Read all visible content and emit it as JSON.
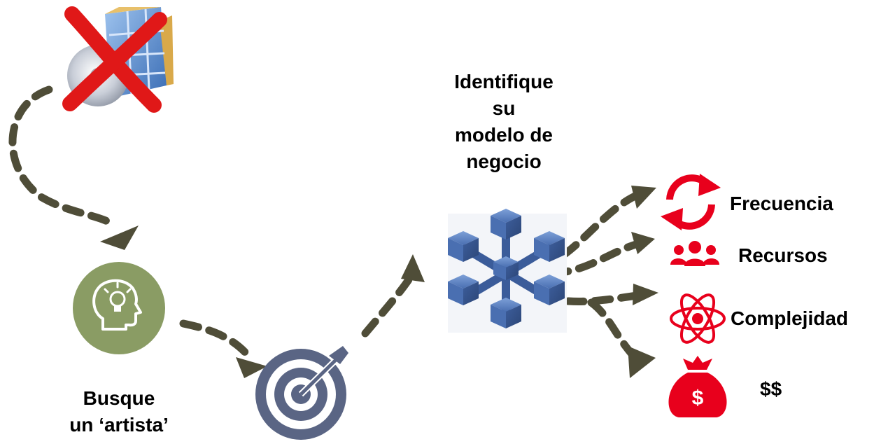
{
  "labels": {
    "business_model": [
      "Identifique",
      "su",
      "modelo de",
      "negocio"
    ],
    "artist": [
      "Busque",
      "un ‘artista’"
    ],
    "factors": [
      "Frecuencia",
      "Recursos",
      "Complejidad",
      "$$"
    ]
  },
  "icons": {
    "software_box": "crossed-out-software-box-icon",
    "head_idea": "head-lightbulb-icon",
    "target": "target-arrow-icon",
    "cubes": "cube-network-icon",
    "sync": "sync-arrows-icon",
    "users": "users-icon",
    "atom": "atom-icon",
    "money_bag": "money-bag-icon"
  },
  "colors": {
    "arrow": "#4f4d38",
    "red": "#e8001c",
    "green": "#8a9c64",
    "target": "#5a6584",
    "cube": "#4a6fb1"
  }
}
